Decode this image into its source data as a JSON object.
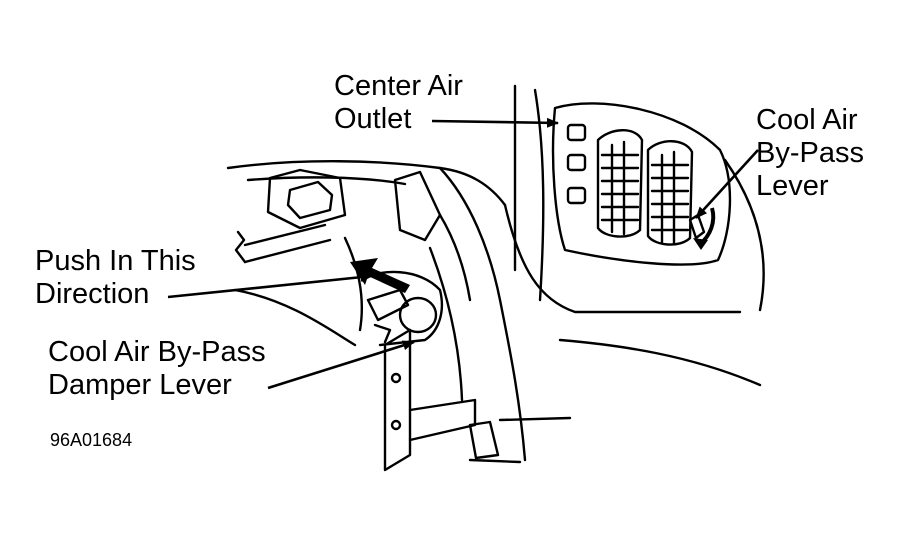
{
  "labels": {
    "center_air_outlet": [
      "Center Air",
      "Outlet"
    ],
    "cool_air_bypass_lever": [
      "Cool Air",
      "By-Pass",
      "Lever"
    ],
    "push_in_direction": [
      "Push In This",
      "Direction"
    ],
    "cool_air_bypass_damper_lever": [
      "Cool Air By-Pass",
      "Damper Lever"
    ]
  },
  "figure_id": "96A01684",
  "colors": {
    "ink": "#000000",
    "paper": "#ffffff"
  }
}
